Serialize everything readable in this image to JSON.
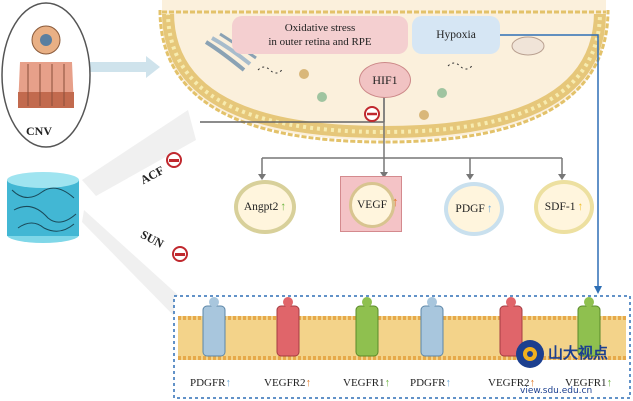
{
  "cnv_label": "CNV",
  "stress_box": {
    "line1": "Oxidative stress",
    "line2": "in outer retina and RPE"
  },
  "hypoxia_label": "Hypoxia",
  "hif_label": "HIF1",
  "drugs": [
    {
      "name": "ACF",
      "symbol": "inhibit"
    },
    {
      "name": "SUN",
      "symbol": "inhibit"
    }
  ],
  "factors": [
    {
      "name": "Angpt2",
      "arrow": "↑",
      "color": "#6db33f"
    },
    {
      "name": "VEGF",
      "arrow": "↑",
      "color": "#e07b2a"
    },
    {
      "name": "PDGF",
      "arrow": "↑",
      "color": "#6fa8d6"
    },
    {
      "name": "SDF-1",
      "arrow": "↑",
      "color": "#f0c030"
    }
  ],
  "receptors": [
    {
      "name": "PDGFR",
      "arrow": "↑",
      "color": "#6fa8d6"
    },
    {
      "name": "VEGFR2",
      "arrow": "↑",
      "color": "#e07b2a"
    },
    {
      "name": "VEGFR1",
      "arrow": "↑",
      "color": "#6db33f"
    },
    {
      "name": "PDGFR",
      "arrow": "↑",
      "color": "#6fa8d6"
    },
    {
      "name": "VEGFR2",
      "arrow": "↑",
      "color": "#e07b2a"
    },
    {
      "name": "VEGFR1",
      "arrow": "↑",
      "color": "#6db33f"
    }
  ],
  "watermark": {
    "text": "山大视点",
    "url": "view.sdu.edu.cn"
  }
}
